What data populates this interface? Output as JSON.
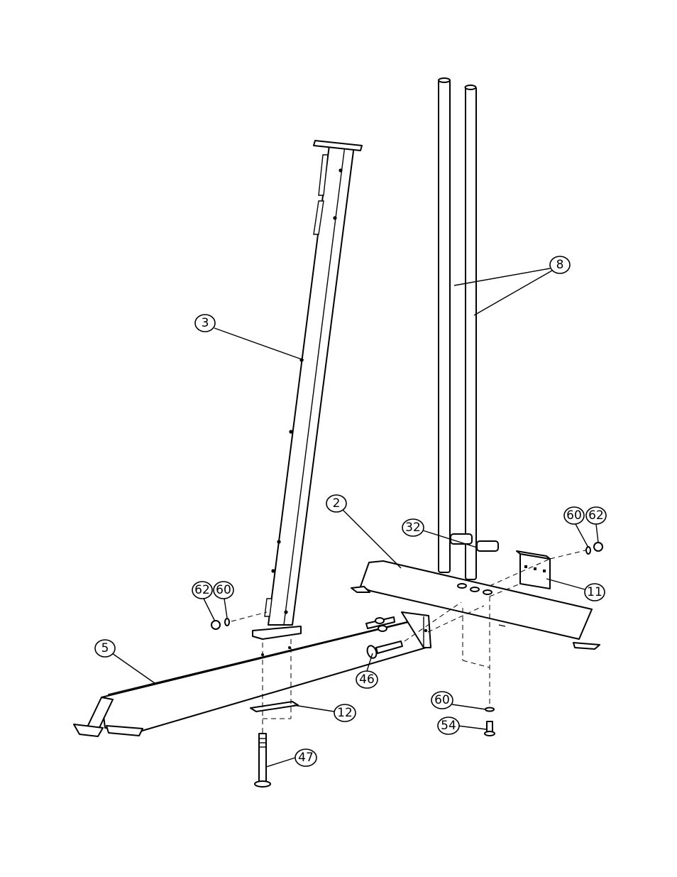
{
  "diagram": {
    "callouts": [
      {
        "id": "c3",
        "label": "3"
      },
      {
        "id": "c8",
        "label": "8"
      },
      {
        "id": "c2",
        "label": "2"
      },
      {
        "id": "c32",
        "label": "32"
      },
      {
        "id": "c60a",
        "label": "60"
      },
      {
        "id": "c62a",
        "label": "62"
      },
      {
        "id": "c11",
        "label": "11"
      },
      {
        "id": "c62b",
        "label": "62"
      },
      {
        "id": "c60b",
        "label": "60"
      },
      {
        "id": "c5",
        "label": "5"
      },
      {
        "id": "c46",
        "label": "46"
      },
      {
        "id": "c12",
        "label": "12"
      },
      {
        "id": "c60c",
        "label": "60"
      },
      {
        "id": "c54",
        "label": "54"
      },
      {
        "id": "c47",
        "label": "47"
      }
    ]
  }
}
